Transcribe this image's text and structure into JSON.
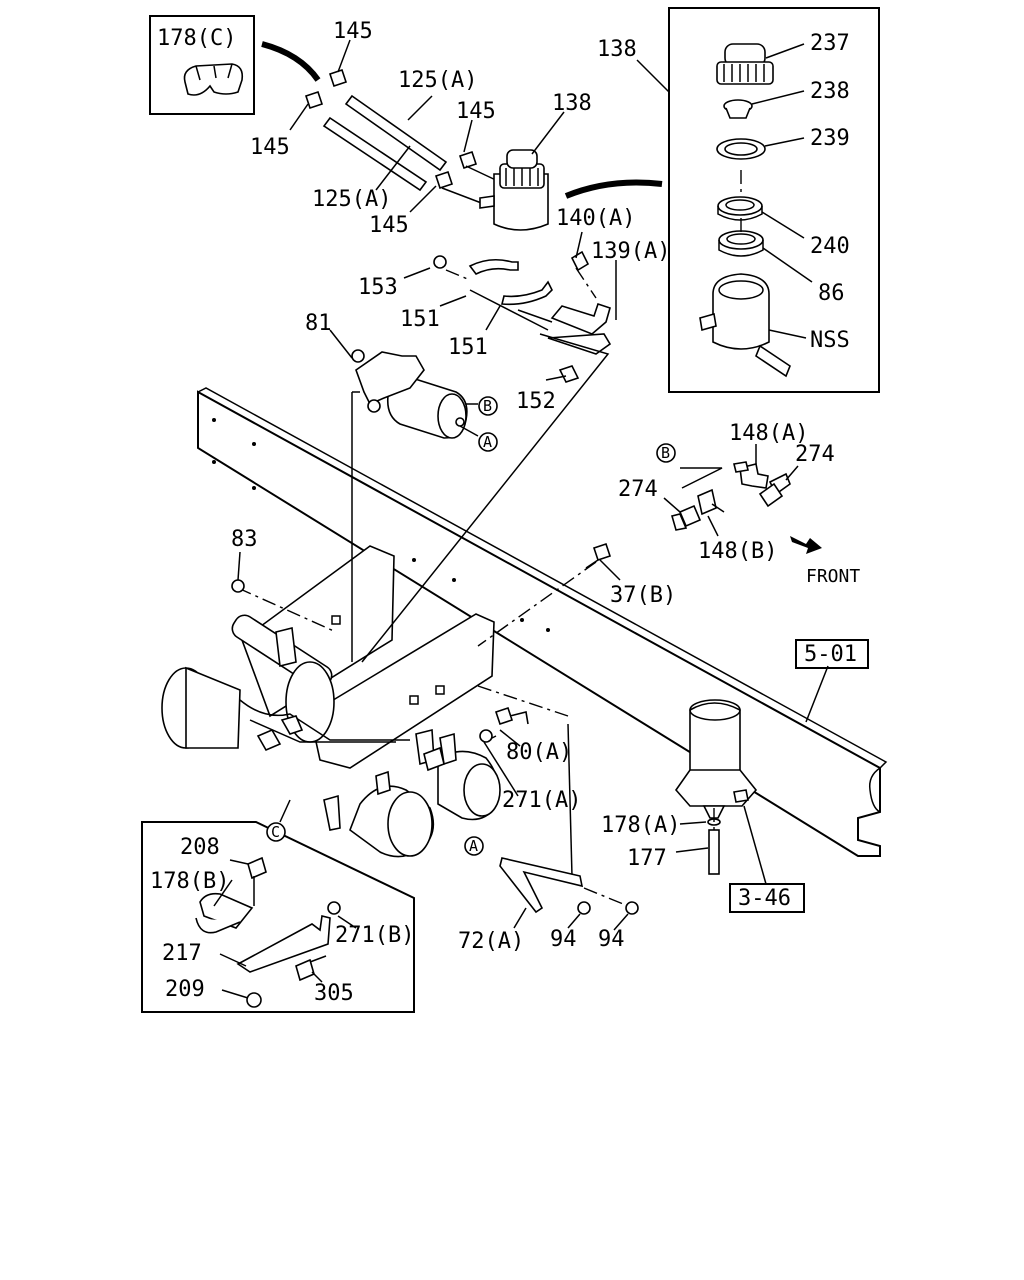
{
  "labels": {
    "l178c": "178(C)",
    "l145a": "145",
    "l145b": "145",
    "l145c": "145",
    "l145d": "145",
    "l125a_top": "125(A)",
    "l125a_bot": "125(A)",
    "l138_top": "138",
    "l138_mid": "138",
    "l237": "237",
    "l238": "238",
    "l239": "239",
    "l240": "240",
    "l86": "86",
    "lnss": "NSS",
    "l140a": "140(A)",
    "l139a": "139(A)",
    "l153": "153",
    "l151a": "151",
    "l151b": "151",
    "l152": "152",
    "l81": "81",
    "l148a": "148(A)",
    "l148b": "148(B)",
    "l274a": "274",
    "l274b": "274",
    "lfront": "FRONT",
    "l83": "83",
    "l37b": "37(B)",
    "l501": "5-01",
    "l80a": "80(A)",
    "l271a": "271(A)",
    "l178a": "178(A)",
    "l177": "177",
    "l346": "3-46",
    "l208": "208",
    "l178b": "178(B)",
    "l217": "217",
    "l271b": "271(B)",
    "l209": "209",
    "l305": "305",
    "l72a": "72(A)",
    "l94a": "94",
    "l94b": "94"
  },
  "callouts": {
    "a1": "A",
    "a2": "A",
    "b1": "B",
    "b2": "B",
    "c1": "C"
  }
}
